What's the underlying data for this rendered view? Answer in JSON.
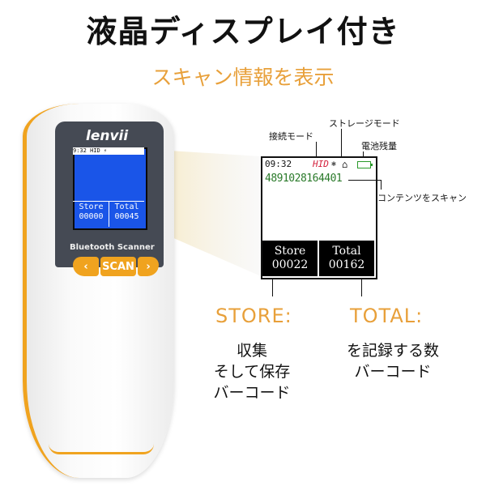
{
  "header": {
    "title": "液晶ディスプレイ付き",
    "subtitle": "スキャン情報を表示"
  },
  "device": {
    "brand": "lenvii",
    "model": "Bluetooth Scanner",
    "small_status": "9:32  HID ⚡",
    "small_store_label": "Store",
    "small_store_value": "00000",
    "small_total_label": "Total",
    "small_total_value": "00045",
    "scan_button": "SCAN",
    "accent_color": "#f0a31f",
    "screen_color": "#1a55e8"
  },
  "zoom_screen": {
    "time": "09:32",
    "mode": "HID",
    "barcode": "4891028164401",
    "store_label": "Store",
    "store_value": "00022",
    "total_label": "Total",
    "total_value": "00162"
  },
  "annotations": {
    "connection_mode": "接続モード",
    "storage_mode": "ストレージモード",
    "battery": "電池残量",
    "scan_content": "コンテンツをスキャン"
  },
  "labels": {
    "store": "STORE:",
    "store_desc": [
      "収集",
      "そして保存",
      "バーコード"
    ],
    "total": "TOTAL:",
    "total_desc": [
      "を記録する数",
      "バーコード"
    ]
  }
}
